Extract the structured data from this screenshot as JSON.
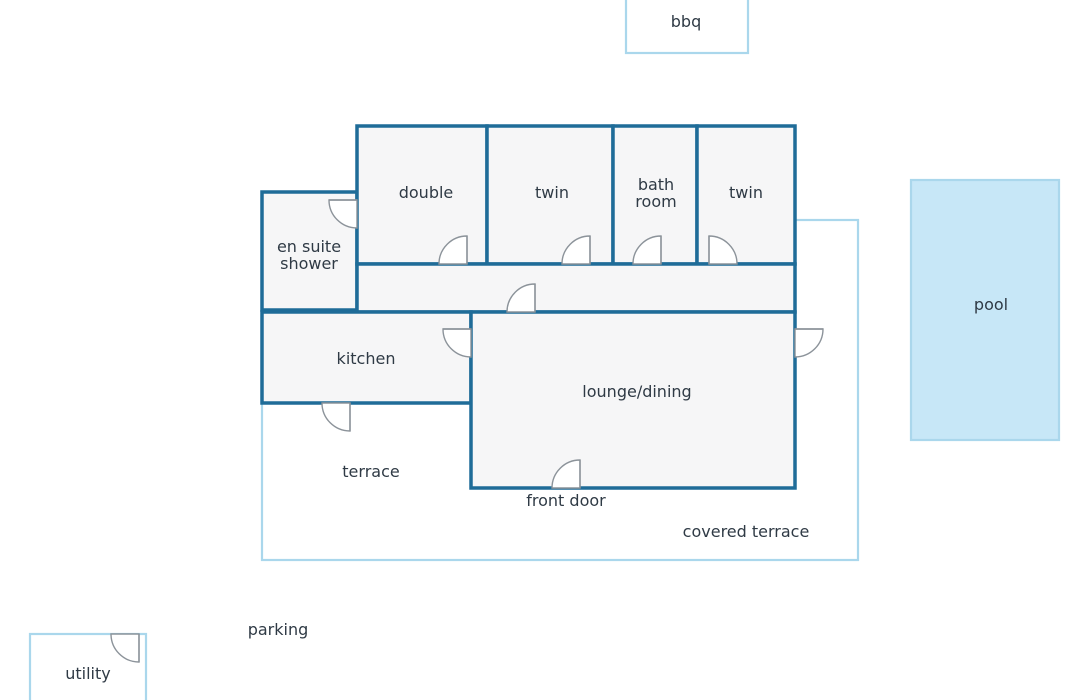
{
  "rooms": {
    "bbq": "bbq",
    "double": "double",
    "twin_left": "twin",
    "bathroom_line1": "bath",
    "bathroom_line2": "room",
    "twin_right": "twin",
    "ensuite_line1": "en suite",
    "ensuite_line2": "shower",
    "kitchen": "kitchen",
    "lounge_dining": "lounge/dining",
    "terrace": "terrace",
    "front_door": "front door",
    "covered_terrace": "covered terrace",
    "pool": "pool",
    "parking": "parking",
    "utility": "utility"
  },
  "colors": {
    "wall": "#1f6c98",
    "outline": "#aad7ec",
    "pool_fill": "#c7e7f7",
    "room_fill": "#f6f6f7"
  }
}
